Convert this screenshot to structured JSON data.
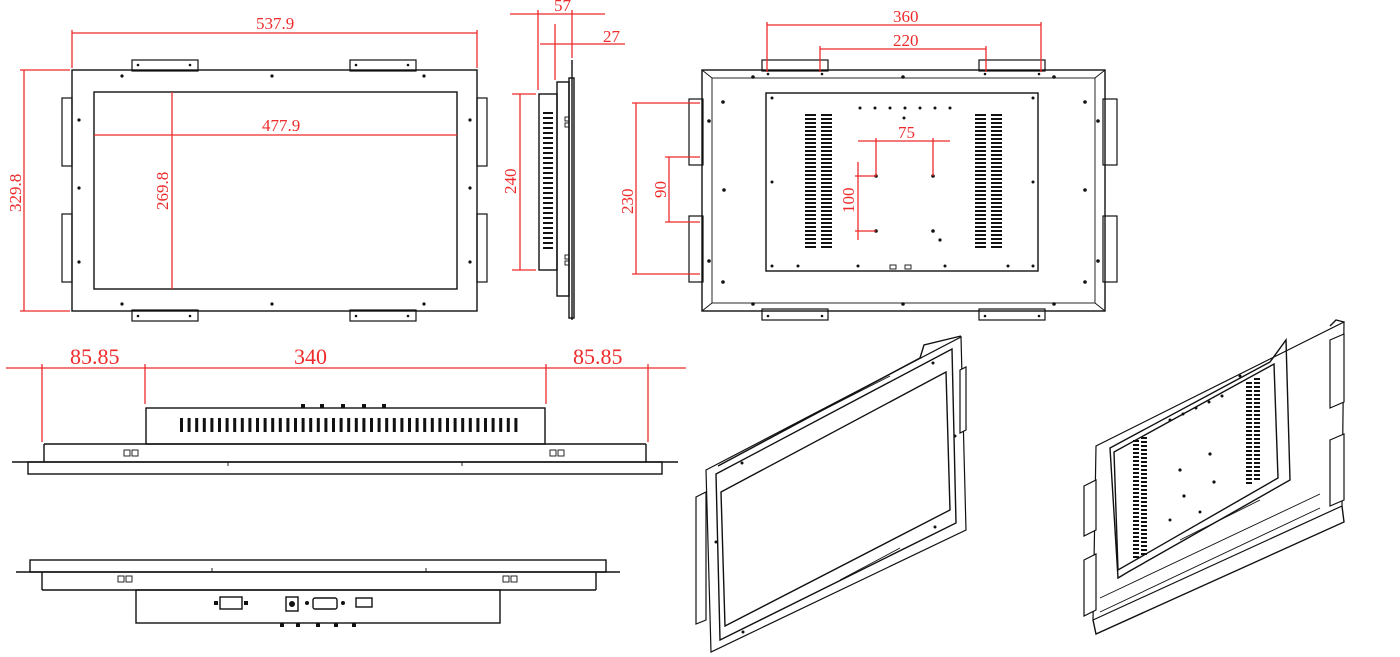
{
  "colors": {
    "dimension": "#ee2b2b",
    "outline": "#111111",
    "background": "#ffffff"
  },
  "front_view": {
    "overall_width": "537.9",
    "overall_height": "329.8",
    "screen_width": "477.9",
    "screen_height": "269.8"
  },
  "side_view": {
    "depth_total": "57",
    "depth_frame": "27",
    "housing_height": "240"
  },
  "rear_view": {
    "bracket_outer_spacing": "360",
    "bracket_inner_spacing": "220",
    "vesa_horizontal": "75",
    "vesa_vertical": "100",
    "side_bracket_outer": "230",
    "side_bracket_inner": "90"
  },
  "top_view": {
    "left_offset": "85.85",
    "center_width": "340",
    "right_offset": "85.85"
  }
}
